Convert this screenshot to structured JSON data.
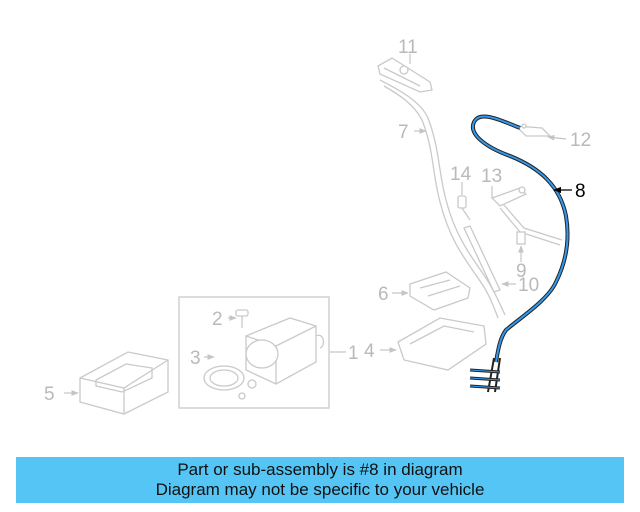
{
  "diagram": {
    "callouts": [
      "1",
      "2",
      "3",
      "4",
      "5",
      "6",
      "7",
      "8",
      "9",
      "10",
      "11",
      "12",
      "13",
      "14"
    ],
    "highlighted": "8",
    "highlight_color": "#3399ee"
  },
  "banner": {
    "line1": "Part or sub-assembly is #8 in diagram",
    "line2": "Diagram may not be specific to your vehicle",
    "background": "#55c5f5"
  }
}
